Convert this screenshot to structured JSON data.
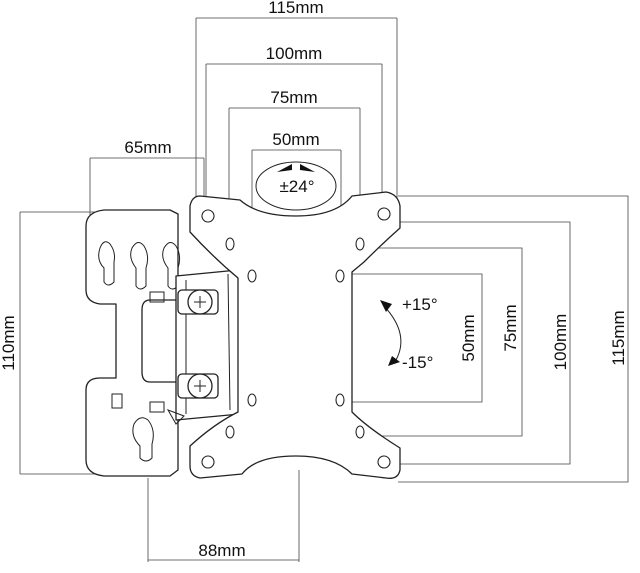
{
  "labels": {
    "top_115": "115mm",
    "top_100": "100mm",
    "top_75": "75mm",
    "top_50": "50mm",
    "left_65": "65mm",
    "tilt_range": "±24°",
    "swivel_up": "+15°",
    "swivel_down": "-15°",
    "right_50": "50mm",
    "right_75": "75mm",
    "right_100": "100mm",
    "right_115": "115mm",
    "left_110": "110mm",
    "bottom_88": "88mm"
  }
}
